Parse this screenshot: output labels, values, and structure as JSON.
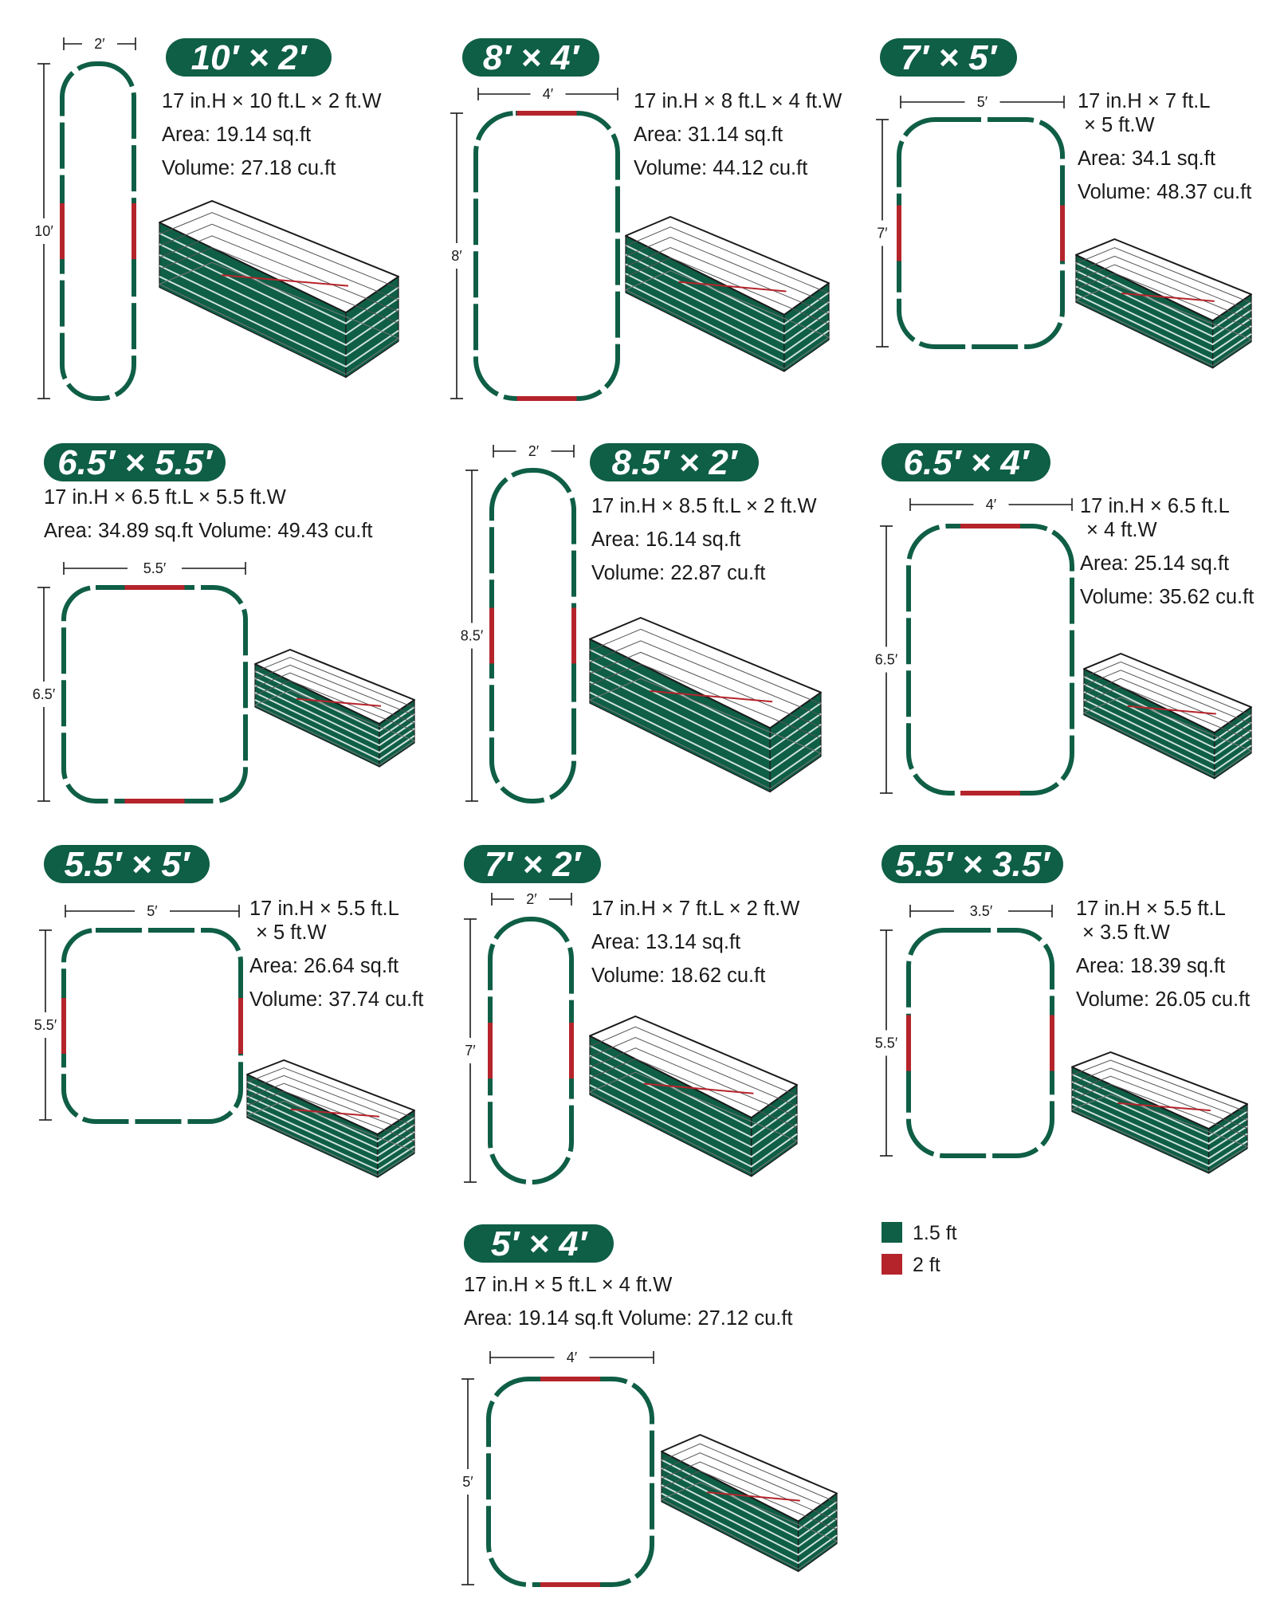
{
  "colors": {
    "green": "#0f5e46",
    "red": "#b5242b",
    "dim_line": "#1a1a1a"
  },
  "beds": [
    {
      "title": "10′ × 2′",
      "specs": [
        "17 in.H × 10 ft.L × 2 ft.W",
        "Area: 19.14 sq.ft",
        "Volume: 27.18 cu.ft"
      ],
      "width_label": "2′",
      "length_label": "10′",
      "w": 2,
      "l": 10
    },
    {
      "title": "8′ × 4′",
      "specs": [
        "17 in.H × 8 ft.L × 4 ft.W",
        "Area: 31.14 sq.ft",
        "Volume: 44.12 cu.ft"
      ],
      "width_label": "4′",
      "length_label": "8′",
      "w": 4,
      "l": 8
    },
    {
      "title": "7′ × 5′",
      "specs": [
        "17 in.H × 7 ft.L",
        "× 5 ft.W",
        "Area: 34.1 sq.ft",
        "Volume: 48.37 cu.ft"
      ],
      "width_label": "5′",
      "length_label": "7′",
      "w": 5,
      "l": 7
    },
    {
      "title": "6.5′ × 5.5′",
      "specs": [
        "17 in.H × 6.5 ft.L × 5.5 ft.W",
        "Area: 34.89 sq.ft Volume: 49.43 cu.ft"
      ],
      "width_label": "5.5′",
      "length_label": "6.5′",
      "w": 5.5,
      "l": 6.5
    },
    {
      "title": "8.5′ × 2′",
      "specs": [
        "17 in.H × 8.5 ft.L × 2 ft.W",
        "Area: 16.14 sq.ft",
        "Volume: 22.87 cu.ft"
      ],
      "width_label": "2′",
      "length_label": "8.5′",
      "w": 2,
      "l": 8.5
    },
    {
      "title": "6.5′ × 4′",
      "specs": [
        "17 in.H × 6.5 ft.L",
        "× 4 ft.W",
        "Area: 25.14 sq.ft",
        "Volume: 35.62 cu.ft"
      ],
      "width_label": "4′",
      "length_label": "6.5′",
      "w": 4,
      "l": 6.5
    },
    {
      "title": "5.5′ × 5′",
      "specs": [
        "17 in.H × 5.5 ft.L",
        "× 5 ft.W",
        "Area: 26.64 sq.ft",
        "Volume: 37.74 cu.ft"
      ],
      "width_label": "5′",
      "length_label": "5.5′",
      "w": 5,
      "l": 5.5
    },
    {
      "title": "7′ × 2′",
      "specs": [
        "17 in.H × 7 ft.L × 2 ft.W",
        "Area: 13.14 sq.ft",
        "Volume: 18.62 cu.ft"
      ],
      "width_label": "2′",
      "length_label": "7′",
      "w": 2,
      "l": 7
    },
    {
      "title": "5.5′ × 3.5′",
      "specs": [
        "17 in.H × 5.5 ft.L",
        "× 3.5 ft.W",
        "Area: 18.39 sq.ft",
        "Volume: 26.05 cu.ft"
      ],
      "width_label": "3.5′",
      "length_label": "5.5′",
      "w": 3.5,
      "l": 5.5
    },
    {
      "title": "5′ × 4′",
      "specs": [
        "17 in.H × 5 ft.L × 4 ft.W",
        "Area: 19.14 sq.ft Volume: 27.12 cu.ft"
      ],
      "width_label": "4′",
      "length_label": "5′",
      "w": 4,
      "l": 5
    }
  ],
  "legend": [
    {
      "label": "1.5 ft",
      "color": "#0f5e46"
    },
    {
      "label": "2 ft",
      "color": "#b5242b"
    }
  ]
}
